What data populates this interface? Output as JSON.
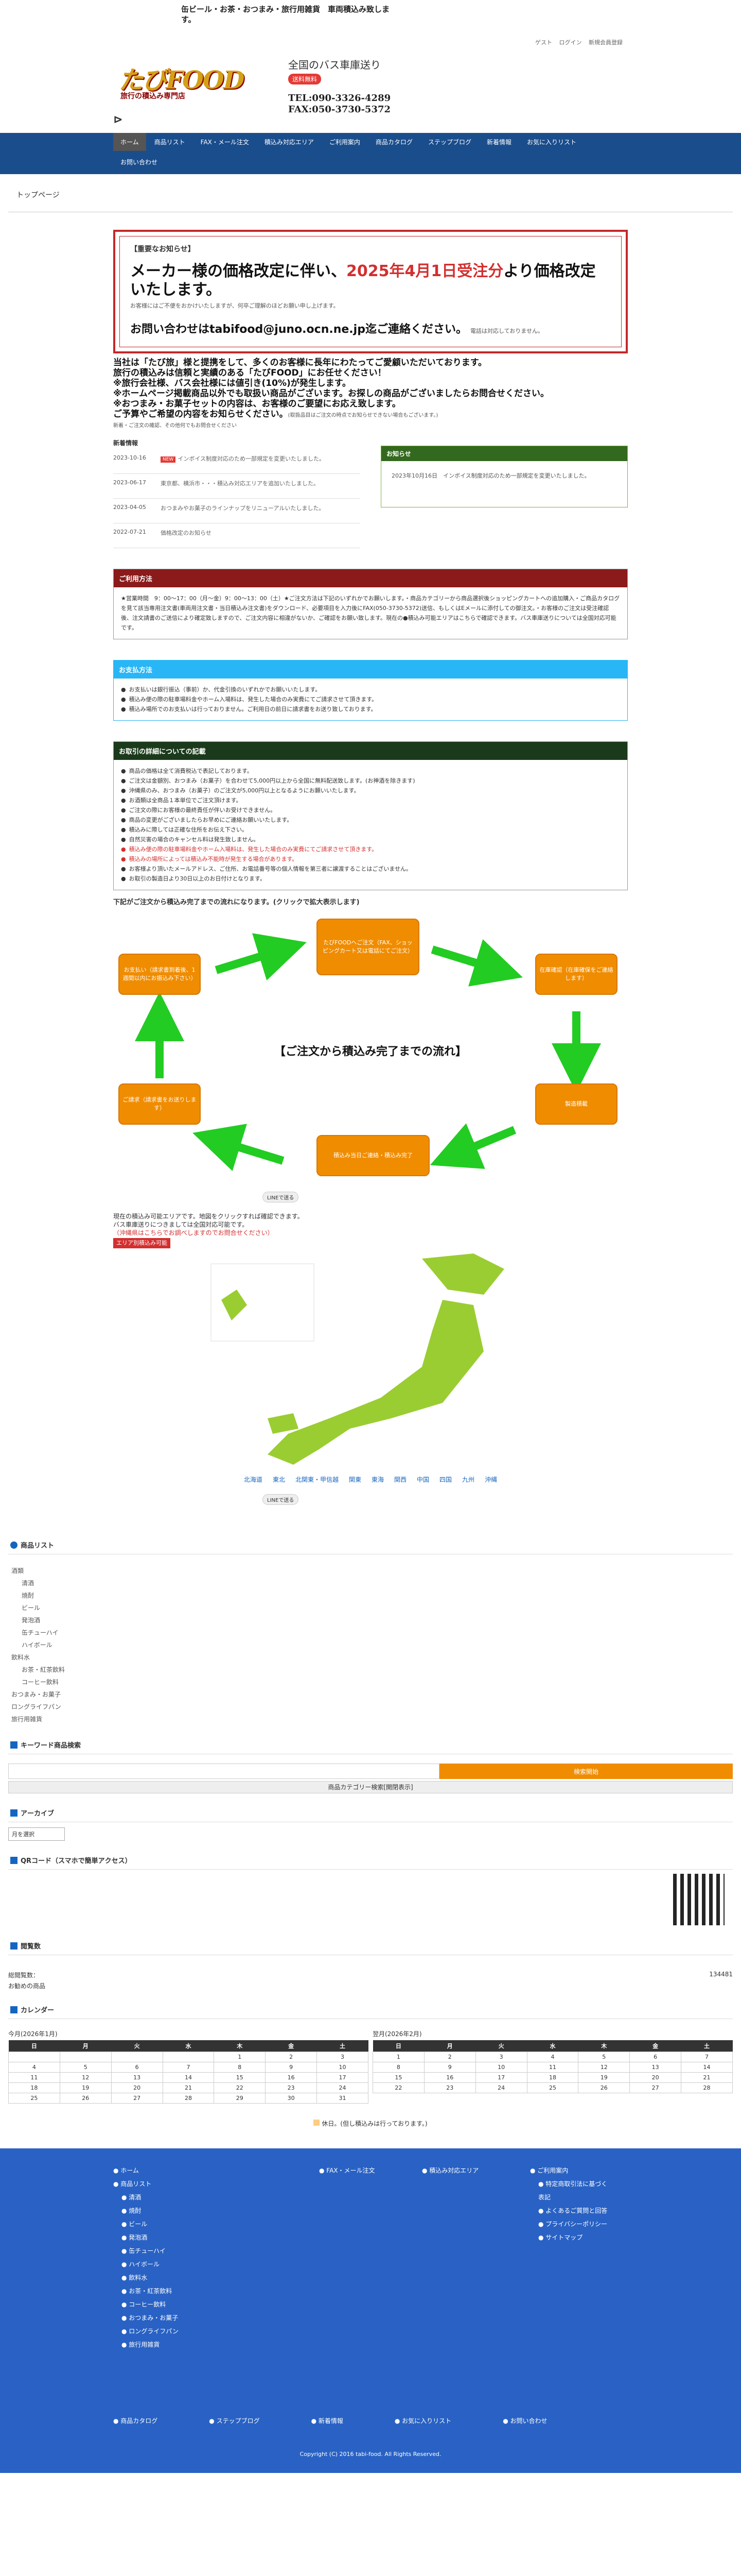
{
  "header": {
    "tagline": "缶ビール・お茶・おつまみ・旅行用雑貨　車両積込み致します。",
    "links": [
      "ゲスト",
      "ログイン",
      "新規会員登録"
    ],
    "logo_word": "たびFOOD",
    "logo_sub": "旅行の積込み専門店",
    "logo_service": "全国のバス車庫送り",
    "free_badge": "送料無料",
    "tel": "TEL:090-3326-4289",
    "fax": "FAX:050-3730-5372"
  },
  "nav": [
    "ホーム",
    "商品リスト",
    "FAX・メール注文",
    "積込み対応エリア",
    "ご利用案内",
    "商品カタログ",
    "ステップブログ",
    "新着情報",
    "お気に入りリスト",
    "お問い合わせ"
  ],
  "breadcrumb": "トップページ",
  "notice": {
    "head": "【重要なお知らせ】",
    "big1": "メーカー様の価格改定に伴い、",
    "big_red": "2025年4月1日受注分",
    "big2": "より価格改定いたします。",
    "small": "お客様にはご不便をおかけいたしますが、何卒ご理解のほどお願い申し上げます。",
    "contact": "お問い合わせはtabifood@juno.ocn.ne.jp迄ご連絡ください。",
    "contact_small": "電話は対応しておりません。"
  },
  "intro": {
    "l1": "当社は「たび旅」様と提携をして、多くのお客様に長年にわたってご愛顧いただいております。",
    "l2": "旅行の積込みは信頼と実績のある「たびFOOD」にお任せください！",
    "l3": "※旅行会社様、バス会社様には値引き(10%)が発生します。",
    "l4": "※ホームページ掲載商品以外でも取扱い商品がございます。お探しの商品がございましたらお問合せください。",
    "l5": "※おつまみ・お菓子セットの内容は、お客様のご要望にお応え致します。",
    "l6": "ご予算やご希望の内容をお知らせください。",
    "note": "(取扱品目はご注文の時点でお知らせできない場合もございます。)",
    "note2": "新着・ご注文の確認、その他何でもお問合せください",
    "news_hd": "新着情報"
  },
  "news": [
    {
      "d": "2023-10-16",
      "new": "NEW",
      "t": "インボイス制度対応のため一部規定を変更いたしました。"
    },
    {
      "d": "2023-06-17",
      "t": "東京都、横浜市・・・積込み対応エリアを追加いたしました。"
    },
    {
      "d": "2023-04-05",
      "t": "おつまみやお菓子のラインナップをリニューアルいたしました。"
    },
    {
      "d": "2022-07-21",
      "t": "価格改定のお知らせ"
    }
  ],
  "osirase": {
    "hd": "お知らせ",
    "d": "2023年10月16日",
    "t": "インボイス制度対応のため一部規定を変更いたしました。"
  },
  "usage": {
    "hd": "ご利用方法",
    "body": "★営業時間　9：00〜17：00（月〜金）9：00〜13：00（土）★ご注文方法は下記のいずれかでお願いします。・商品カテゴリーから商品選択後ショッピングカートへの追加購入・ご商品カタログを見て該当専用注文書(車両用注文書・当日積込み注文書)をダウンロード、必要項目を入力後にFAX(050-3730-5372)送信、もしくはEメールに添付しての御注文。・お客様のご注文は受注確認後、注文請書のご送信により確定致しますので、ご注文内容に相違がないか、ご確認をお願い致します。現在の●積込み可能エリアはこちらで確認できます。バス車庫送りについては全国対応可能です。"
  },
  "payment": {
    "hd": "お支払方法",
    "items": [
      "お支払いは銀行振込（事前）か、代金引換のいずれかでお願いいたします。",
      "積込み便の際の駐車場料金やホーム入場料は、発生した場合のみ実費にてご請求させて頂きます。",
      "積込み場所でのお支払いは行っておりません。ご利用日の前日に請求書をお送り致しております。"
    ]
  },
  "details": {
    "hd": "お取引の詳細についての記載",
    "items": [
      {
        "t": "商品の価格は全て消費税込で表記しております。",
        "c": ""
      },
      {
        "t": "ご注文は金額別、おつまみ（お菓子）を合わせて5,000円以上から全国に無料配送致します。(お神酒を除きます)",
        "c": ""
      },
      {
        "t": "沖縄県のみ、おつまみ（お菓子）のご注文が5,000円以上となるようにお願いいたします。",
        "c": ""
      },
      {
        "t": "お酒類は全商品１本単位でご注文頂けます。",
        "c": ""
      },
      {
        "t": "ご注文の際にお客様の最終責任が伴いお受けできません。",
        "c": ""
      },
      {
        "t": "商品の変更がございましたらお早めにご連絡お願いいたします。",
        "c": ""
      },
      {
        "t": "積込みに際しては正確な住所をお伝え下さい。",
        "c": ""
      },
      {
        "t": "自然災害の場合のキャンセル料は発生致しません。",
        "c": ""
      },
      {
        "t": "積込み便の際の駐車場料金やホーム入場料は、発生した場合のみ実費にてご請求させて頂きます。",
        "c": "red"
      },
      {
        "t": "積込みの場所によっては積込み不能時が発生する場合があります。",
        "c": "red"
      },
      {
        "t": "お客様より頂いたメールアドレス、ご住所、お電話番号等の個人情報を第三者に譲渡することはございません。",
        "c": ""
      },
      {
        "t": "お取引の製造日より30日以上のお日付けとなります。",
        "c": ""
      }
    ]
  },
  "flow": {
    "lead": "下記がご注文から積込み完了までの流れになります。(クリックで拡大表示します)",
    "title": "【ご注文から積込み完了までの流れ】",
    "steps": [
      "たびFOODへご注文（FAX、ショッピングカート又は電話にてご注文）",
      "在庫確認（在庫確保をご連絡します）",
      "製造積載",
      "積込み当日ご連絡・積込み完了",
      "ご請求（請求書をお送りします）",
      "お支払い（請求書到着後、1週間以内にお振込み下さい）"
    ],
    "line": "LINEで送る"
  },
  "area": {
    "l1": "現在の積込み可能エリアです。地図をクリックすれば確認できます。",
    "l2": "バス車庫送りにつきましては全国対応可能です。",
    "red": "（沖縄県はこちらでお調べしますのでお問合せください）",
    "badge": "エリア別積込み可能",
    "regions": [
      "北海道",
      "東北",
      "北関東・甲信越",
      "関東",
      "東海",
      "関西",
      "中国",
      "四国",
      "九州",
      "沖縄"
    ]
  },
  "side": {
    "product_hd": "商品リスト",
    "cats": [
      "酒類",
      "清酒",
      "焼酎",
      "ビール",
      "発泡酒",
      "缶チューハイ",
      "ハイボール",
      "飲料水",
      "お茶・紅茶飲料",
      "コーヒー飲料",
      "おつまみ・お菓子",
      "ロングライフパン",
      "旅行用雑貨"
    ],
    "kw_hd": "キーワード商品検索",
    "kw_btn": "検索開始",
    "kw_cat": "商品カテゴリー検索[開閉表示]",
    "arc_hd": "アーカイブ",
    "arc_sel": "月を選択",
    "qr_hd": "QRコード（スマホで簡単アクセス）",
    "counter_hd": "閲覧数",
    "counter_l": "総閲覧数：",
    "counter_v": "134481",
    "fav": "お勧めの商品",
    "cal_hd": "カレンダー",
    "cal1": "今月(2026年1月)",
    "cal2": "翌月(2026年2月)",
    "days": [
      "日",
      "月",
      "火",
      "水",
      "木",
      "金",
      "土"
    ],
    "legend": "休日。(但し積込みは行っております。)"
  },
  "footer": {
    "col1": [
      "ホーム",
      "商品リスト",
      "清酒",
      "焼酎",
      "ビール",
      "発泡酒",
      "缶チューハイ",
      "ハイボール",
      "飲料水",
      "お茶・紅茶飲料",
      "コーヒー飲料",
      "おつまみ・お菓子",
      "ロングライフパン",
      "旅行用雑貨"
    ],
    "col2": [
      "FAX・メール注文"
    ],
    "col3": [
      "積込み対応エリア"
    ],
    "col4": [
      "ご利用案内",
      "特定商取引法に基づく表記",
      "よくあるご質問と回答",
      "プライバシーポリシー",
      "サイトマップ"
    ],
    "bot": [
      "商品カタログ",
      "ステップブログ",
      "新着情報",
      "お気に入りリスト",
      "お問い合わせ"
    ],
    "copy": "Copyright (C) 2016 tabi-food. All Rights Reserved."
  }
}
